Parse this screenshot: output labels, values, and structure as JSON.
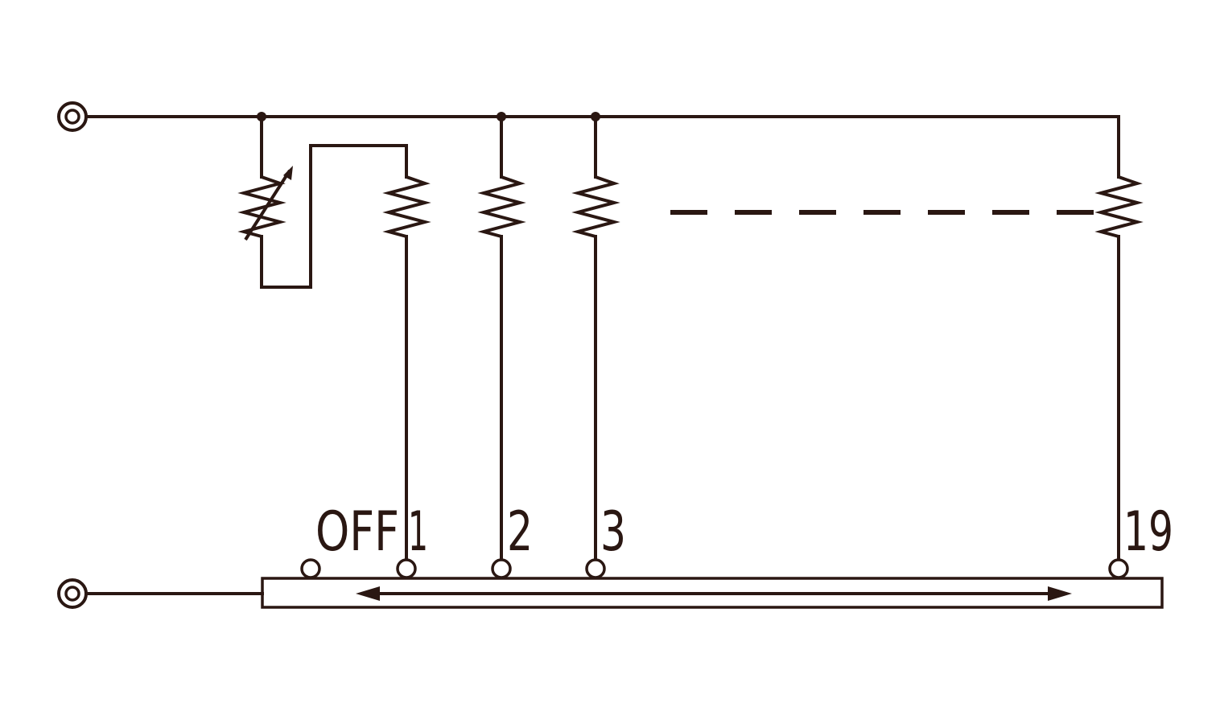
{
  "colors": {
    "ink": "#2a1712",
    "background": "#ffffff"
  },
  "switch": {
    "positions": [
      "OFF",
      "1",
      "2",
      "3",
      "19"
    ]
  }
}
